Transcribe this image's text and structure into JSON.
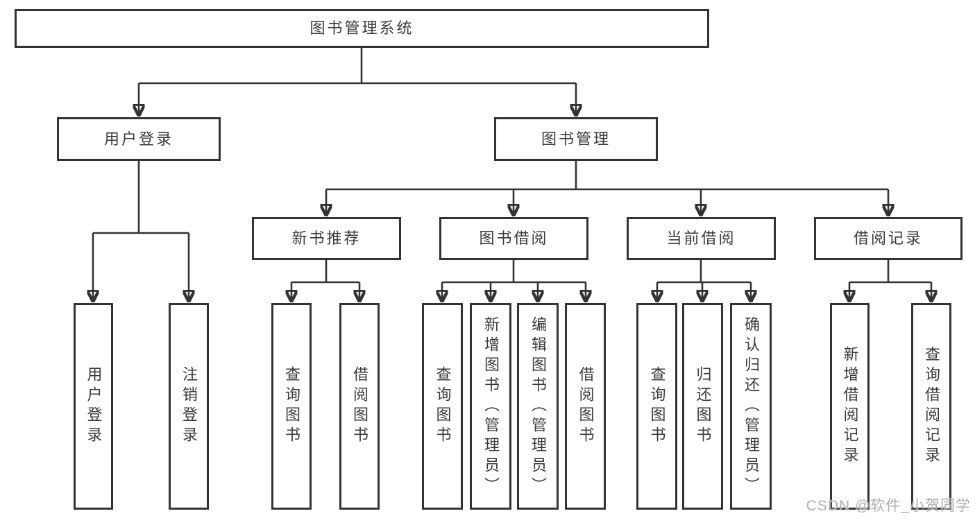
{
  "diagram": {
    "root": {
      "label": "图书管理系统"
    },
    "branches": [
      {
        "label": "用户登录",
        "children": [
          {
            "label": "用户登录"
          },
          {
            "label": "注销登录"
          }
        ]
      },
      {
        "label": "图书管理",
        "groups": [
          {
            "label": "新书推荐",
            "children": [
              {
                "label": "查询图书"
              },
              {
                "label": "借阅图书"
              }
            ]
          },
          {
            "label": "图书借阅",
            "children": [
              {
                "label": "查询图书"
              },
              {
                "label": "新增图书（管理员）"
              },
              {
                "label": "编辑图书（管理员）"
              },
              {
                "label": "借阅图书"
              }
            ]
          },
          {
            "label": "当前借阅",
            "children": [
              {
                "label": "查询图书"
              },
              {
                "label": "归还图书"
              },
              {
                "label": "确认归还（管理员）"
              }
            ]
          },
          {
            "label": "借阅记录",
            "children": [
              {
                "label": "新增借阅记录"
              },
              {
                "label": "查询借阅记录"
              }
            ]
          }
        ]
      }
    ]
  },
  "watermark": "CSDN @软件_小贺同学",
  "colors": {
    "line": "#333333",
    "box_border": "#333333",
    "box_fill": "#ffffff",
    "label_text": "#3a3a3a",
    "watermark_text": "#aeaeae",
    "background": "#ffffff"
  }
}
